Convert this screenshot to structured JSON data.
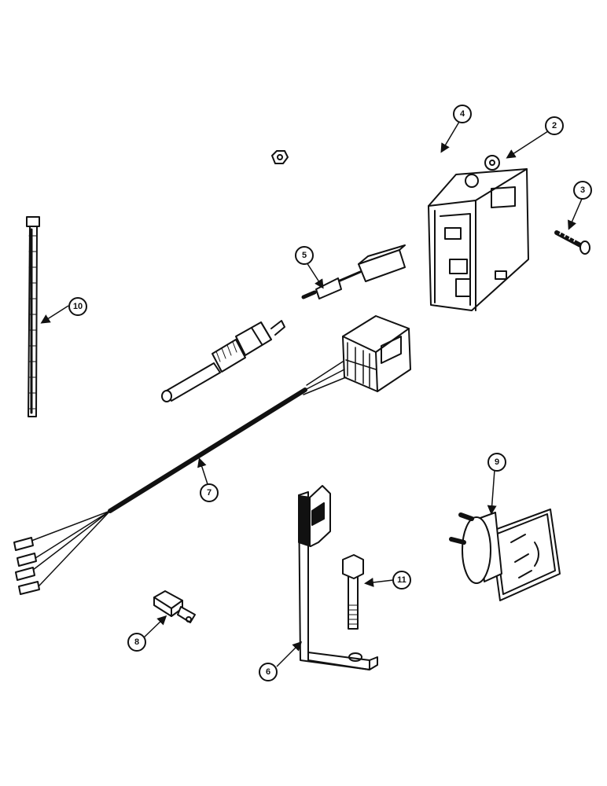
{
  "callouts": [
    {
      "id": "2",
      "label": "2"
    },
    {
      "id": "3",
      "label": "3"
    },
    {
      "id": "4",
      "label": "4"
    },
    {
      "id": "5",
      "label": "5"
    },
    {
      "id": "6",
      "label": "6"
    },
    {
      "id": "7",
      "label": "7"
    },
    {
      "id": "8",
      "label": "8"
    },
    {
      "id": "9",
      "label": "9"
    },
    {
      "id": "10",
      "label": "10"
    },
    {
      "id": "11",
      "label": "11"
    }
  ]
}
